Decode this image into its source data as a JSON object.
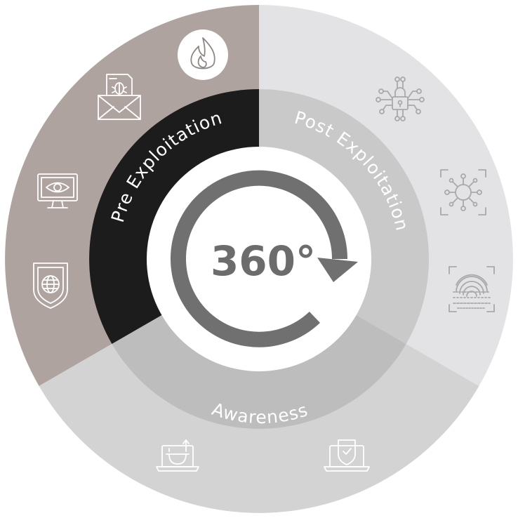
{
  "diagram": {
    "center_label": "360°",
    "colors": {
      "pre_outer": "#aea39f",
      "post_outer": "#e3e2e4",
      "awareness_outer": "#d3d3d3",
      "pre_inner": "#1c1c1c",
      "post_inner": "#c9c9c9",
      "awareness_inner": "#bdbdbd",
      "center": "#ffffff",
      "arrow": "#707070"
    },
    "segments": [
      {
        "id": "pre",
        "label": "Pre Exploitation",
        "icons": [
          "fire-icon",
          "email-bug-icon",
          "monitor-eye-icon",
          "shield-globe-icon"
        ]
      },
      {
        "id": "post",
        "label": "Post Exploitation",
        "icons": [
          "circuit-lock-icon",
          "network-node-icon",
          "fingerprint-scan-icon"
        ]
      },
      {
        "id": "awareness",
        "label": "Awareness",
        "icons": [
          "laptop-upload-icon",
          "laptop-shield-icon"
        ]
      }
    ]
  }
}
